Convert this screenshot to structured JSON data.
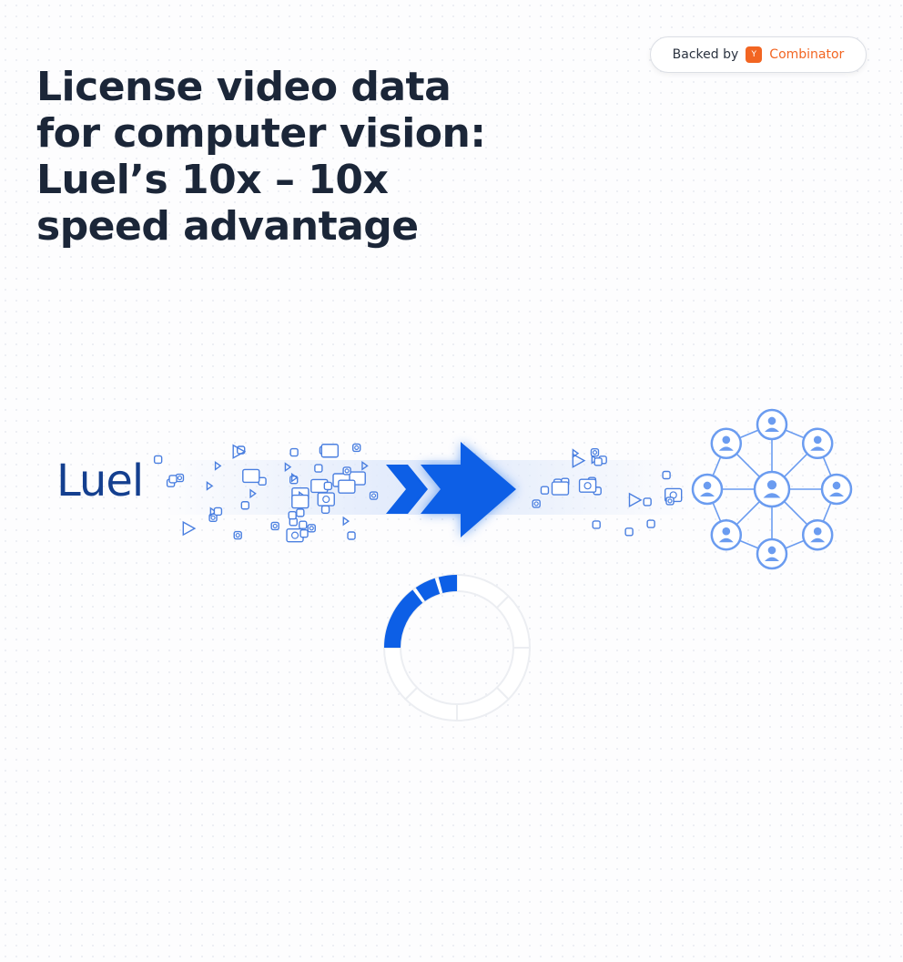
{
  "badge": {
    "prefix": "Backed by",
    "logo_letter": "Y",
    "name": "Combinator"
  },
  "headline": [
    "License video data",
    "for computer vision:",
    "Luel’s 10x – 10x",
    "speed advantage"
  ],
  "logo": {
    "text": "Luel"
  },
  "progress": {
    "fraction": 0.25
  },
  "colors": {
    "accent": "#0d5fe6",
    "node": "#6b9cf0",
    "brand": "#f26522",
    "title": "#1b2638"
  }
}
